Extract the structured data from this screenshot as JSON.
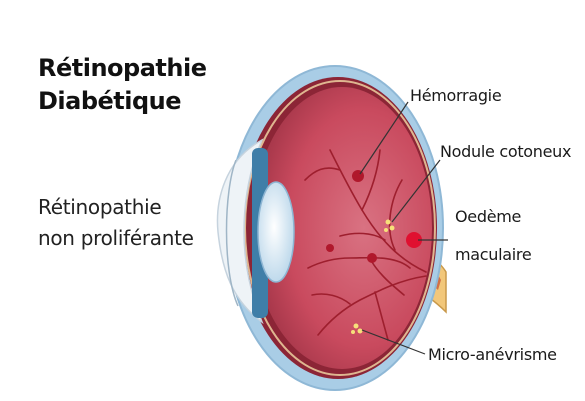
{
  "title": {
    "line1": "Rétinopathie",
    "line2": "Diabétique"
  },
  "subtitle": {
    "line1": "Rétinopathie",
    "line2": "non proliférante"
  },
  "labels": {
    "hemorragie": "Hémorragie",
    "nodule": "Nodule cotoneux",
    "oedeme_line1": "Oedème",
    "oedeme_line2": "maculaire",
    "micro": "Micro-anévrisme"
  },
  "colors": {
    "sclera": "#a9cde6",
    "retina": "#d65c6e",
    "choroid": "#8c2536",
    "vessels": "#9e1f2e",
    "lens": "#d4e8f4",
    "macula": "#e01030",
    "optic_nerve": "#f2c77a"
  }
}
